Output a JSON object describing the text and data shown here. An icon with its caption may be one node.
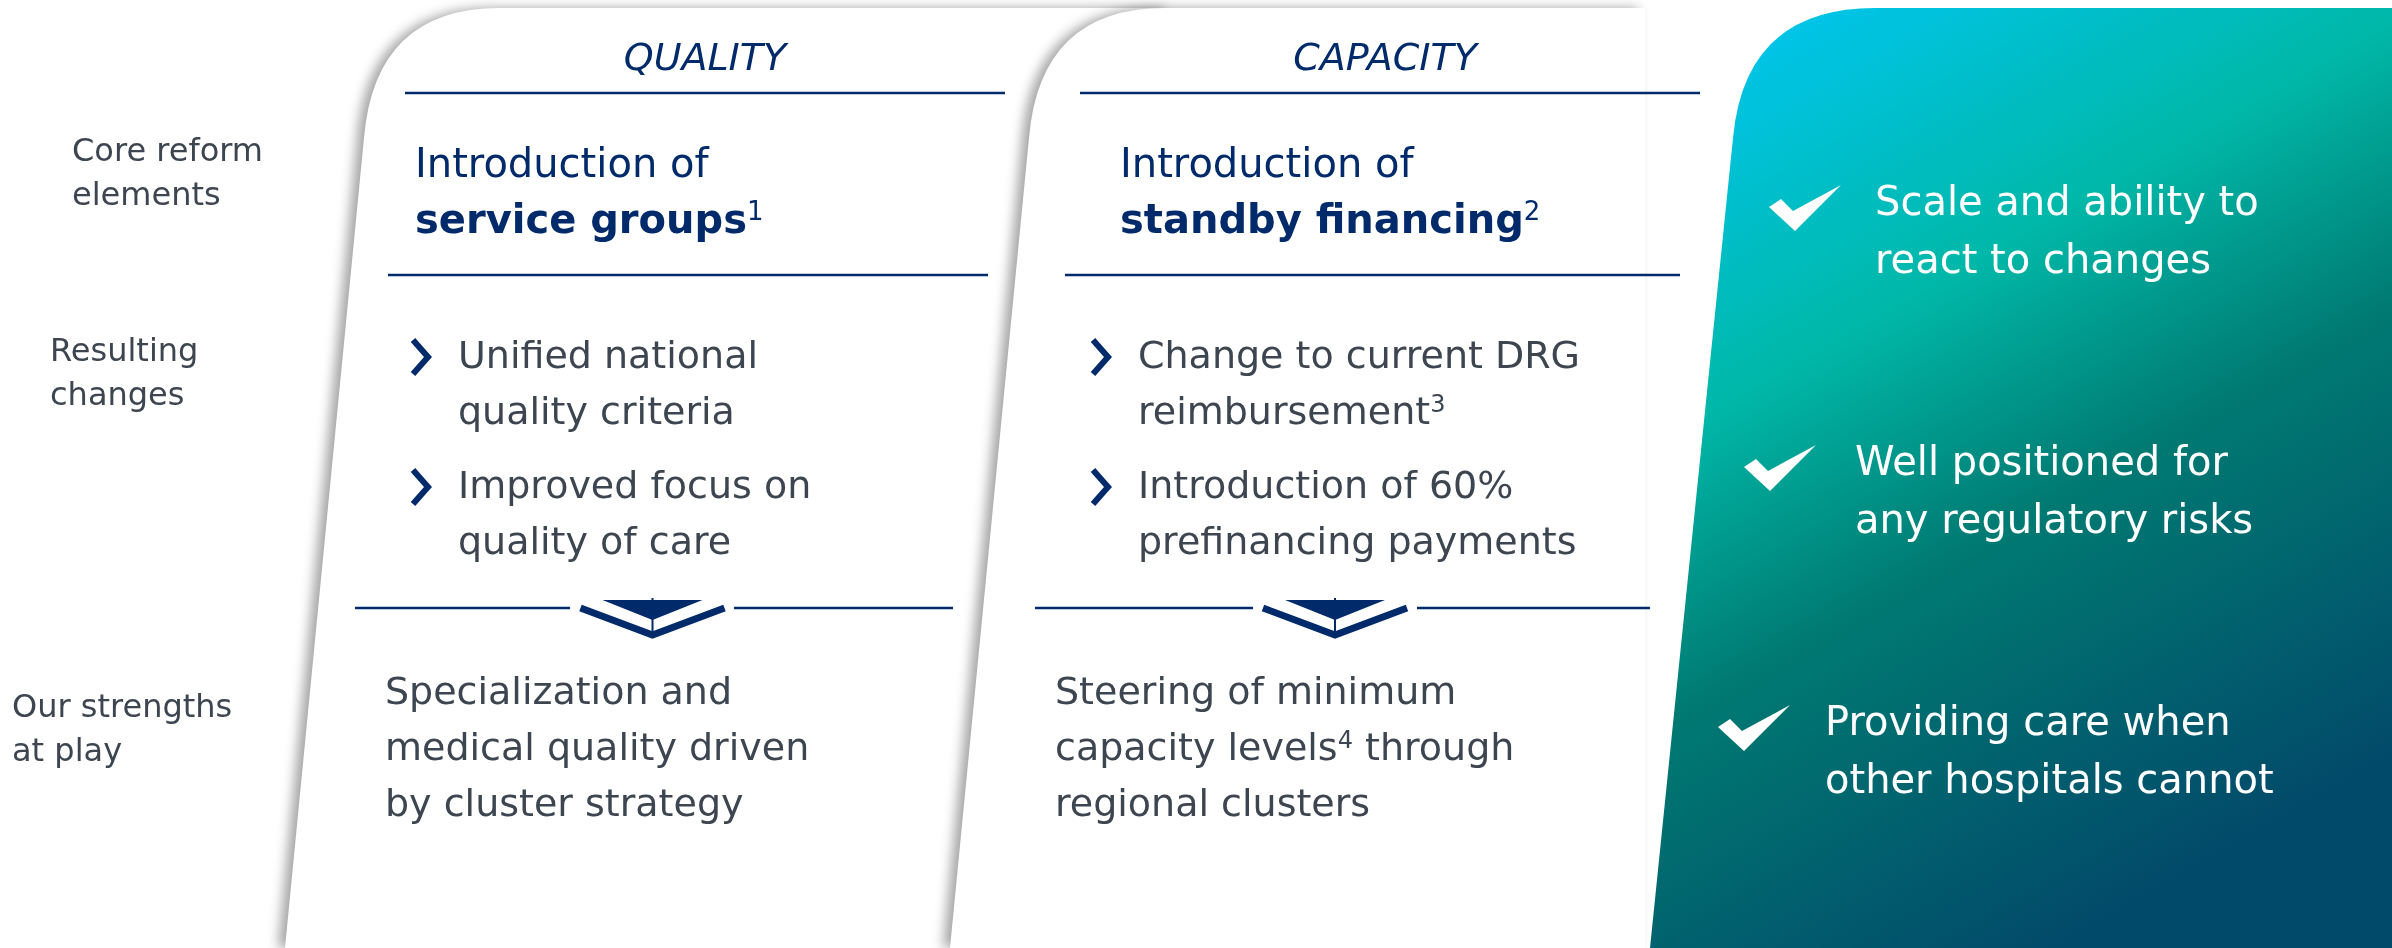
{
  "diagram": {
    "nodes": [
      {
        "text": [
          "QUALITY"
        ]
      },
      {
        "text": [
          "Introduction of **service groups**$^{1}$"
        ],
        "in": 0
      },
      {
        "text": [
          "Unified national quality criteria",
          "Improved focus on quality of care"
        ],
        "in": 0
      },
      {
        "text": [
          "Specialization and medical quality driven by cluster strategy"
        ],
        "in": 0
      },
      {
        "text": [
          "CAPACITY"
        ]
      },
      {
        "text": [
          "Introduction of **standby financing**$^{2}$"
        ],
        "in": 4
      },
      {
        "text": [
          "Change to current DRG reimbursement$^{3}$",
          "Introduction of 60% prefinancing payments"
        ],
        "in": 4
      },
      {
        "text": [
          "Steering of minimum capacity levels$^{4}$ through regional clusters"
        ],
        "in": 4
      },
      {
        "text": [
          "Scale and ability to react to changes",
          "Well positioned for any regulatory risks",
          "Providing care when other hospitals cannot"
        ]
      }
    ],
    "edges": [
      {
        "from": 2,
        "to": 3,
        "arrow": "to"
      },
      {
        "from": 6,
        "to": 7,
        "arrow": "to"
      }
    ],
    "labels": [
      "Core reform elements",
      "Resulting changes",
      "Our strengths at play"
    ]
  }
}
